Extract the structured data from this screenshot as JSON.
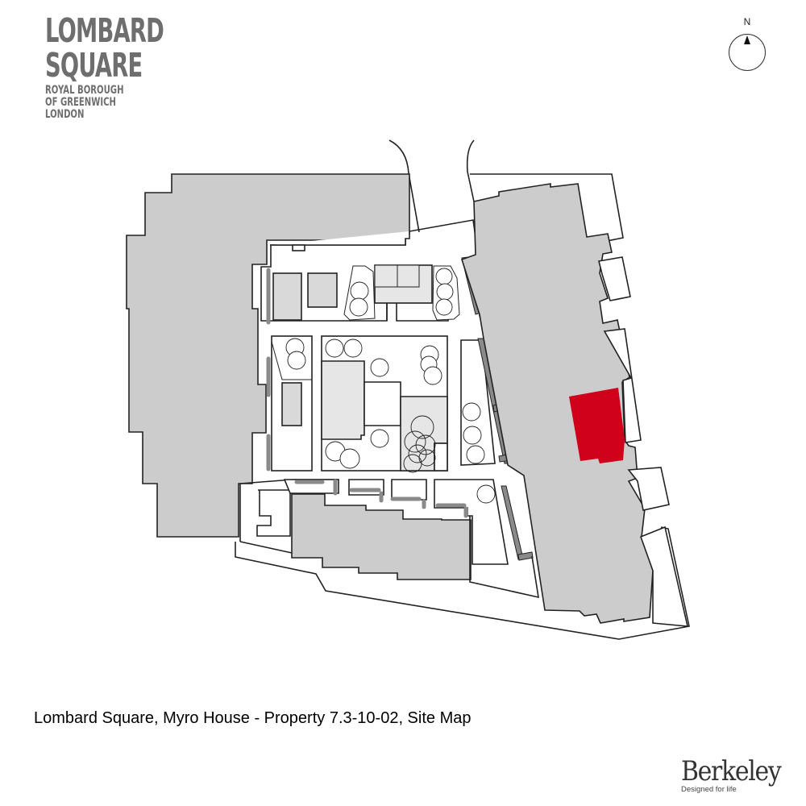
{
  "logo": {
    "line1": "LOMBARD",
    "line2": "SQUARE",
    "sub1": "ROYAL BOROUGH",
    "sub2": "OF GREENWICH",
    "sub3": "LONDON",
    "color": "#6e6e6e"
  },
  "compass": {
    "label": "N",
    "icon": "north-arrow-icon"
  },
  "caption": "Lombard Square, Myro House - Property 7.3-10-02, Site Map",
  "brand": {
    "name": "Berkeley",
    "tagline": "Designed for life"
  },
  "map": {
    "colors": {
      "building": "#cccccc",
      "light_block": "#e6e6e6",
      "mid_block": "#d9d9d9",
      "wall": "#8a8a8a",
      "outline": "#222222",
      "highlight": "#d0021b"
    },
    "highlighted_unit": "Property 7.3-10-02",
    "highlighted_building": "Myro House"
  }
}
